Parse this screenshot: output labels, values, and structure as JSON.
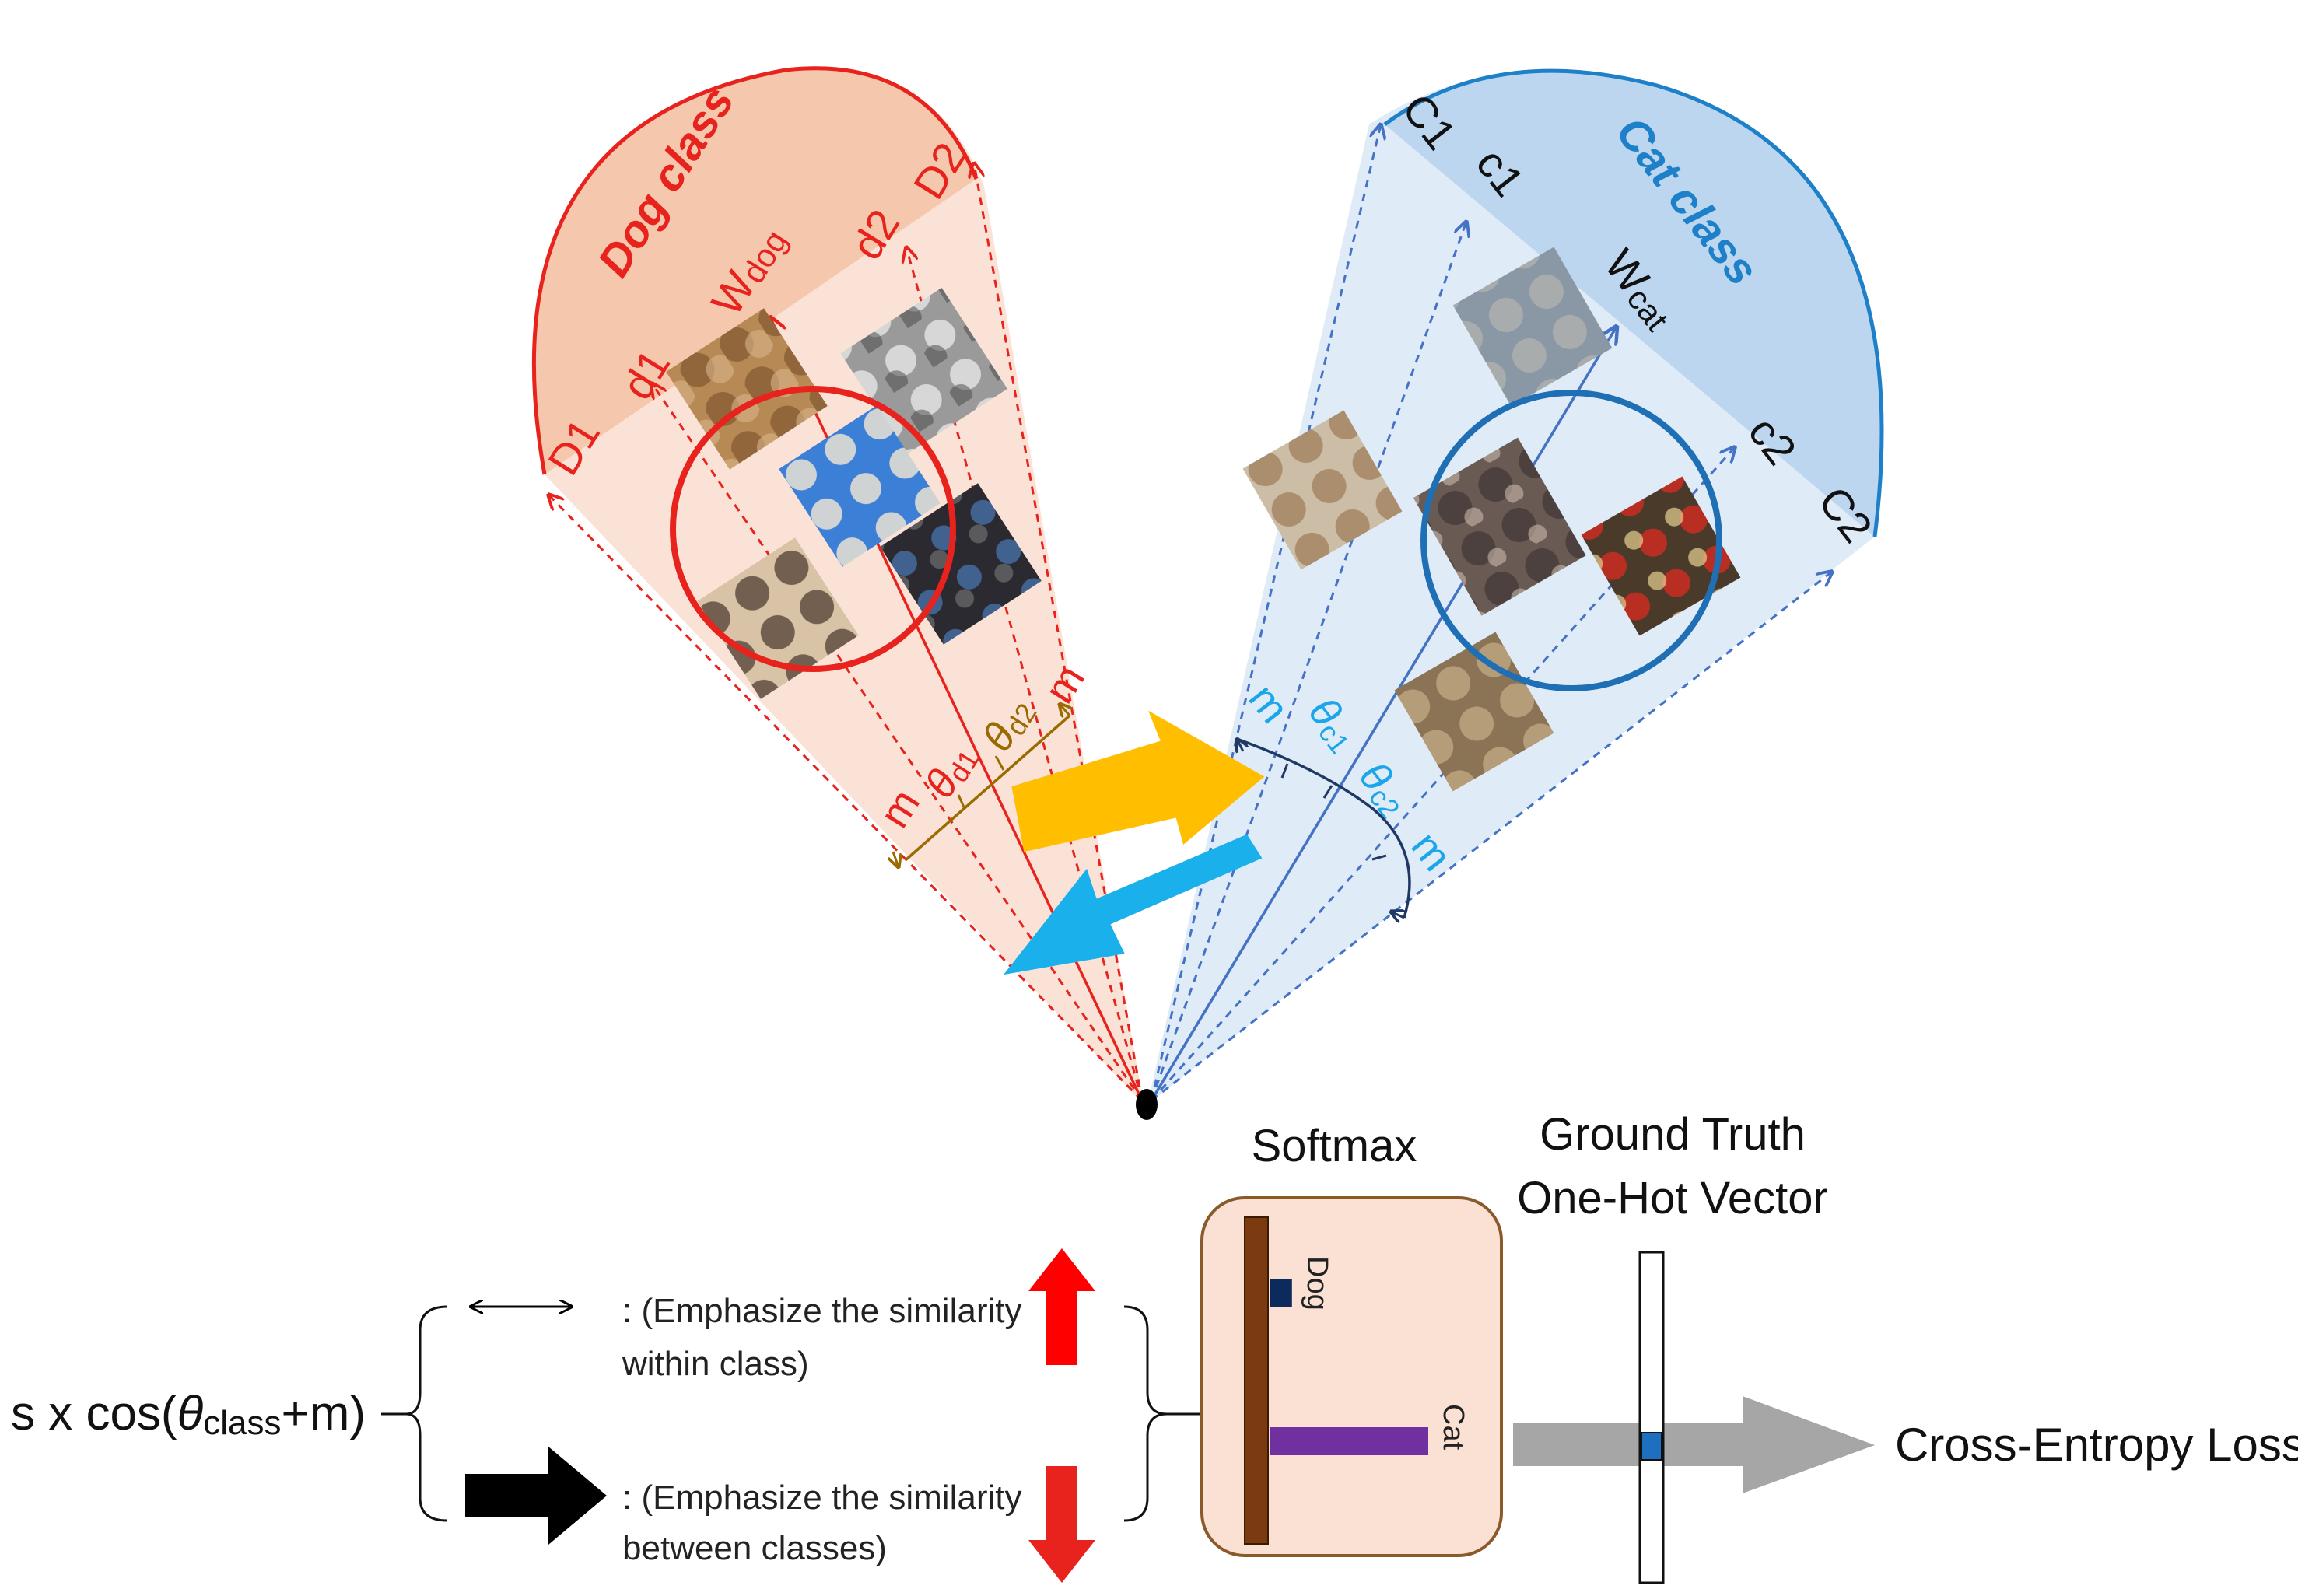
{
  "dog_fan": {
    "class_label": "Dog class",
    "vectors": [
      "D1",
      "d1",
      "W",
      "d2",
      "D2"
    ],
    "weight_subscript": "dog",
    "margin_label": "m",
    "theta_d1": {
      "symbol": "θ",
      "subscript": "d1"
    },
    "theta_d2": {
      "symbol": "θ",
      "subscript": "d2"
    }
  },
  "cat_fan": {
    "class_label": "Cat class",
    "vectors": [
      "C1",
      "c1",
      "W",
      "c2",
      "C2"
    ],
    "weight_subscript": "cat",
    "margin_label": "m",
    "theta_c1": {
      "symbol": "θ",
      "subscript": "c1"
    },
    "theta_c2": {
      "symbol": "θ",
      "subscript": "c2"
    }
  },
  "formula": {
    "prefix": "s x cos(",
    "theta": "θ",
    "subscript": "class",
    "suffix": "+m)"
  },
  "legend": {
    "within_line1": ": (Emphasize the similarity",
    "within_line2": "within class)",
    "between_line1": ": (Emphasize the similarity",
    "between_line2": "between classes)"
  },
  "softmax": {
    "title": "Softmax",
    "bars": [
      {
        "label": "Dog",
        "value": 0.12,
        "color": "#0d2a5c"
      },
      {
        "label": "Cat",
        "value": 0.85,
        "color": "#7030a0"
      }
    ]
  },
  "ground_truth": {
    "title_line1": "Ground Truth",
    "title_line2": "One-Hot Vector",
    "hot_color": "#1f6fc0"
  },
  "output_label": "Cross-Entropy Loss",
  "colors": {
    "dog": "#e8221c",
    "cat": "#1d80c8",
    "dog_fill": "#f5c7ad",
    "cat_fill": "#bcd6ef",
    "yellow_arrow": "#ffbf00",
    "cyan_arrow": "#1ab0ec"
  }
}
